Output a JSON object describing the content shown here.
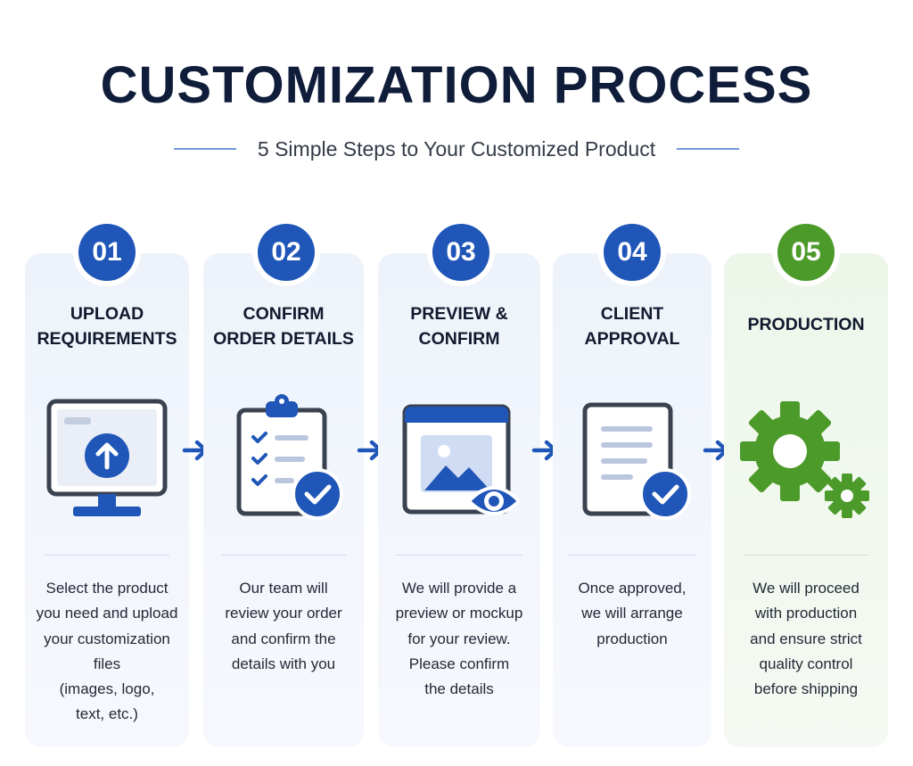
{
  "header": {
    "title": "CUSTOMIZATION PROCESS",
    "subtitle": "5 Simple Steps to Your Customized Product"
  },
  "colors": {
    "primary_blue": "#1f56b8",
    "success_green": "#4c9a2a",
    "title_dark": "#0f1d3a"
  },
  "steps": [
    {
      "number": "01",
      "title": "UPLOAD\nREQUIREMENTS",
      "icon": "monitor-upload-icon",
      "description": "Select the product\nyou need and upload\nyour customization\nfiles\n(images, logo,\ntext, etc.)"
    },
    {
      "number": "02",
      "title": "CONFIRM\nORDER DETAILS",
      "icon": "clipboard-check-icon",
      "description": "Our team will\nreview your order\nand confirm the\ndetails with you"
    },
    {
      "number": "03",
      "title": "PREVIEW &\nCONFIRM",
      "icon": "image-preview-eye-icon",
      "description": "We will provide a\npreview or mockup\nfor your review.\nPlease confirm\nthe details"
    },
    {
      "number": "04",
      "title": "CLIENT\nAPPROVAL",
      "icon": "document-check-icon",
      "description": "Once approved,\nwe will arrange\nproduction"
    },
    {
      "number": "05",
      "title": "PRODUCTION",
      "icon": "gears-icon",
      "description": "We will proceed\nwith production\nand ensure strict\nquality control\nbefore shipping"
    }
  ]
}
